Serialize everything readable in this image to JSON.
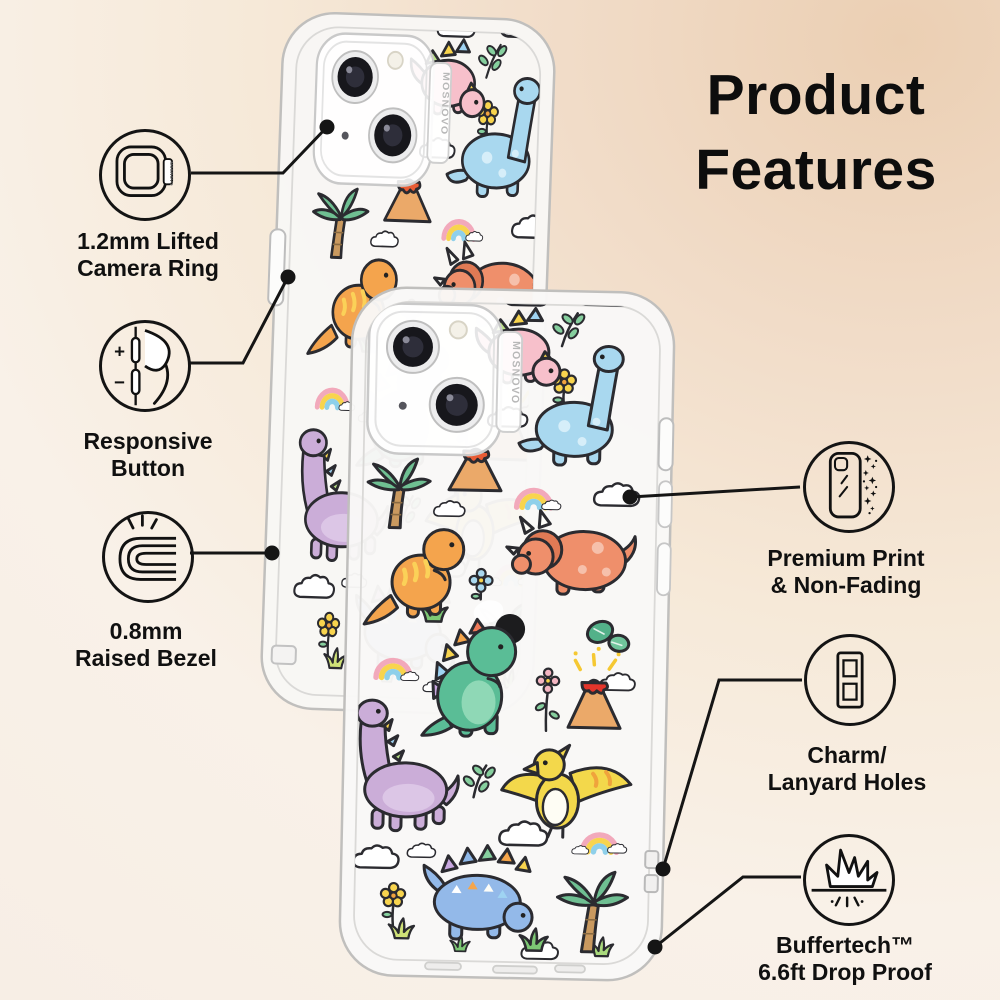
{
  "title": {
    "line1": "Product",
    "line2": "Features"
  },
  "brand": "MOSNOVO",
  "features": [
    {
      "id": "camera-ring",
      "label_line1": "1.2mm Lifted",
      "label_line2": "Camera Ring"
    },
    {
      "id": "responsive-button",
      "label_line1": "Responsive",
      "label_line2": "Button"
    },
    {
      "id": "raised-bezel",
      "label_line1": "0.8mm",
      "label_line2": "Raised Bezel"
    },
    {
      "id": "premium-print",
      "label_line1": "Premium Print",
      "label_line2": "& Non-Fading"
    },
    {
      "id": "lanyard-holes",
      "label_line1": "Charm/",
      "label_line2": "Lanyard Holes"
    },
    {
      "id": "drop-proof",
      "label_line1": "Buffertech™",
      "label_line2": "6.6ft Drop Proof"
    }
  ],
  "icon_glyphs": {
    "plus": "+",
    "minus": "−"
  },
  "case_design": {
    "style": "clear phone case with cute dinosaur sticker pattern, two cases shown",
    "pattern_elements": [
      "pink stegosaurus",
      "blue brontosaurus",
      "orange t-rex",
      "coral triceratops",
      "green t-rex",
      "purple brontosaurus",
      "yellow pterodactyl",
      "blue stegosaurus",
      "palm trees",
      "volcanoes",
      "rainbows",
      "clouds",
      "flowers",
      "grass",
      "leaves"
    ],
    "colors": {
      "pink": "#f7c0cb",
      "sky_blue": "#a9d8ef",
      "orange": "#f4a44d",
      "coral": "#ef8f6b",
      "green": "#5abd96",
      "purple": "#cbadd8",
      "yellow": "#f3d84b",
      "steel_blue": "#93b9e9",
      "leaf_green": "#6fbf92",
      "lava_red": "#e3352b",
      "outline": "#2b2b30"
    }
  },
  "background": {
    "top_right": "#ebcfb3",
    "bottom_left": "#f9f1e8"
  }
}
